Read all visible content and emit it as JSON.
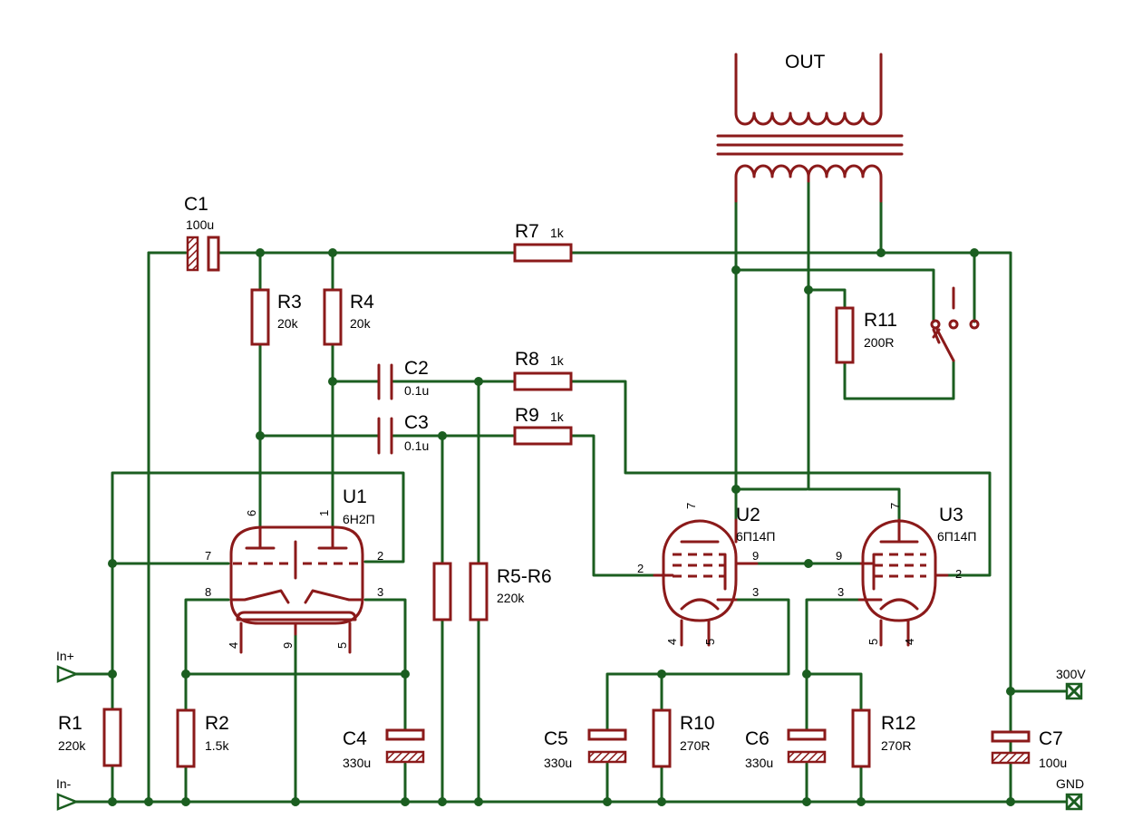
{
  "transformer": {
    "label": "OUT"
  },
  "components": [
    {
      "id": "c1",
      "ref": "C1",
      "value": "100u"
    },
    {
      "id": "c2",
      "ref": "C2",
      "value": "0.1u"
    },
    {
      "id": "c3",
      "ref": "C3",
      "value": "0.1u"
    },
    {
      "id": "c4",
      "ref": "C4",
      "value": "330u"
    },
    {
      "id": "c5",
      "ref": "C5",
      "value": "330u"
    },
    {
      "id": "c6",
      "ref": "C6",
      "value": "330u"
    },
    {
      "id": "c7",
      "ref": "C7",
      "value": "100u"
    },
    {
      "id": "r1",
      "ref": "R1",
      "value": "220k"
    },
    {
      "id": "r2",
      "ref": "R2",
      "value": "1.5k"
    },
    {
      "id": "r3",
      "ref": "R3",
      "value": "20k"
    },
    {
      "id": "r4",
      "ref": "R4",
      "value": "20k"
    },
    {
      "id": "r56",
      "ref": "R5-R6",
      "value": "220k"
    },
    {
      "id": "r7",
      "ref": "R7",
      "value": "1k"
    },
    {
      "id": "r8",
      "ref": "R8",
      "value": "1k"
    },
    {
      "id": "r9",
      "ref": "R9",
      "value": "1k"
    },
    {
      "id": "r10",
      "ref": "R10",
      "value": "270R"
    },
    {
      "id": "r11",
      "ref": "R11",
      "value": "200R"
    },
    {
      "id": "r12",
      "ref": "R12",
      "value": "270R"
    },
    {
      "id": "u1",
      "ref": "U1",
      "value": "6Н2П"
    },
    {
      "id": "u2",
      "ref": "U2",
      "value": "6П14П"
    },
    {
      "id": "u3",
      "ref": "U3",
      "value": "6П14П"
    }
  ],
  "terminals": {
    "in_plus": "In+",
    "in_minus": "In-",
    "v300": "300V",
    "gnd": "GND"
  },
  "pins": {
    "u1": {
      "p6": "6",
      "p1": "1",
      "p7": "7",
      "p2": "2",
      "p8": "8",
      "p3": "3",
      "p4": "4",
      "p9": "9",
      "p5": "5"
    },
    "u2": {
      "p7": "7",
      "p9": "9",
      "p2": "2",
      "p3": "3",
      "p4": "4",
      "p5": "5"
    },
    "u3": {
      "p7": "7",
      "p9": "9",
      "p3": "3",
      "p2": "2",
      "p5": "5",
      "p4": "4"
    }
  }
}
